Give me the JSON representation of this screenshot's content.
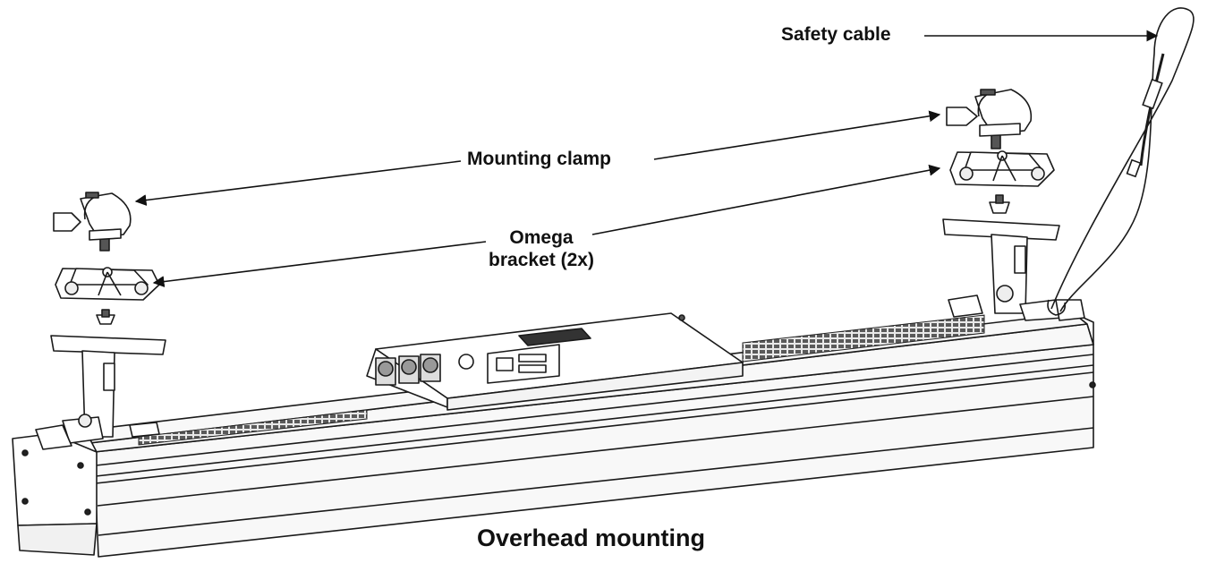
{
  "labels": {
    "safety_cable": "Safety cable",
    "mounting_clamp": "Mounting clamp",
    "omega_bracket_line1": "Omega",
    "omega_bracket_line2": "bracket (2x)"
  },
  "caption": "Overhead mounting",
  "colors": {
    "line": "#1a1a1a",
    "body_fill": "#f7f7f7",
    "grille": "#555555",
    "background": "#ffffff"
  },
  "icons": {
    "clamp": "mounting-clamp-icon",
    "bracket": "omega-bracket-icon",
    "cable": "safety-cable-icon"
  }
}
